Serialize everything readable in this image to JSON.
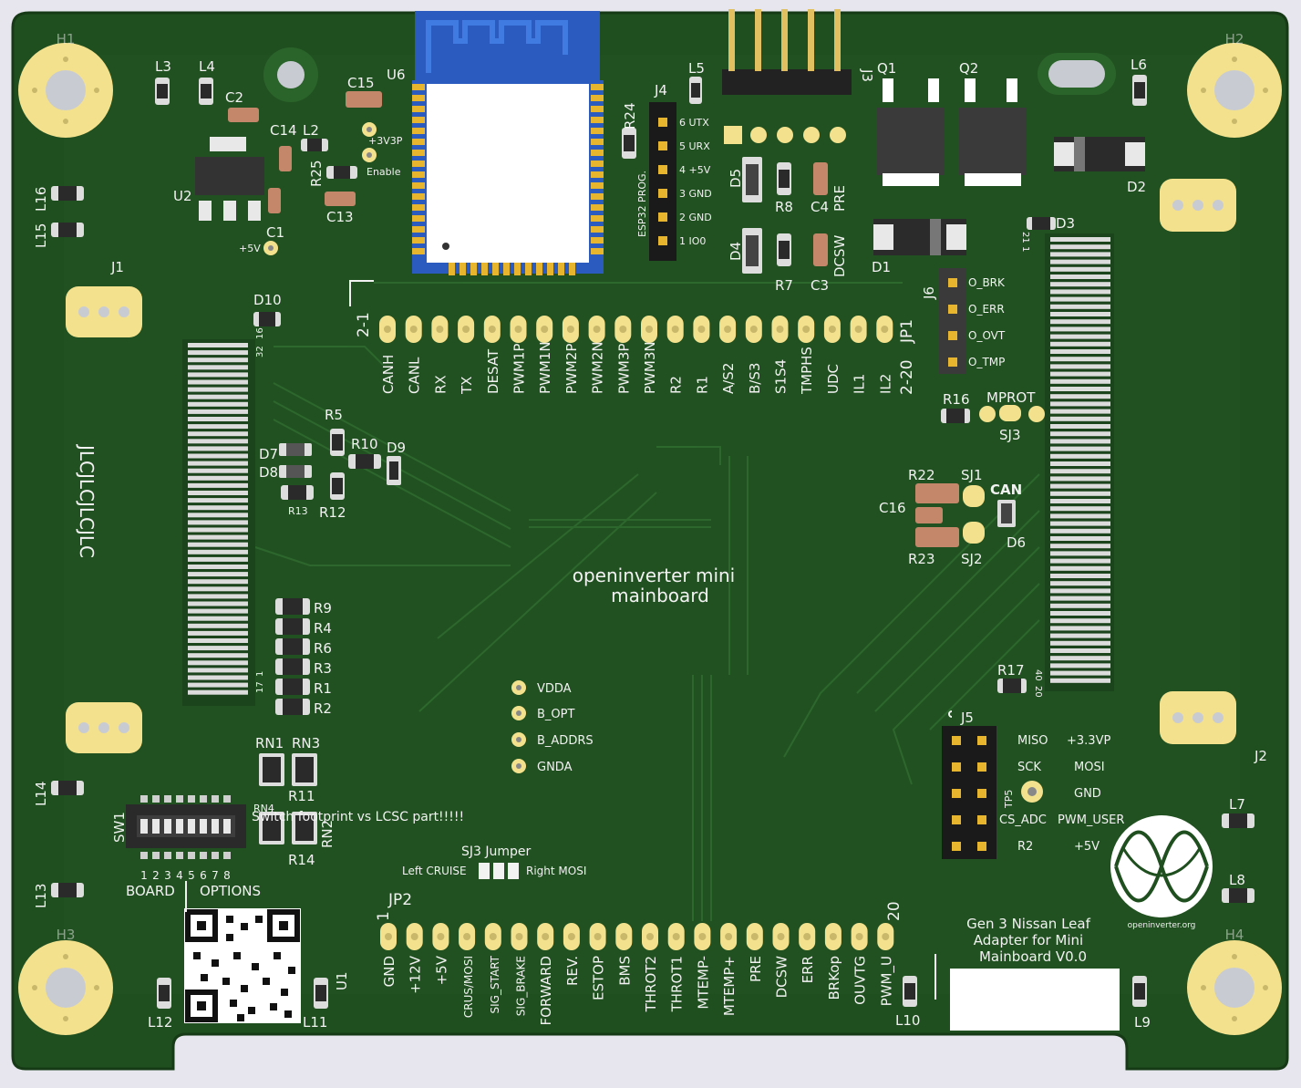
{
  "board": {
    "title_line1": "openinverter mini",
    "title_line2": "mainboard",
    "adapter_line1": "Gen 3 Nissan Leaf",
    "adapter_line2": "Adapter for Mini",
    "adapter_line3": "Mainboard V0.0",
    "brand_text": "JLCJLCJLCJLC",
    "logo_text": "openinverter.org",
    "warning_text": "Switch footprint vs LCSC part!!!!!",
    "board_label": "BOARD",
    "options_label": "OPTIONS",
    "sj3_title": "SJ3 Jumper",
    "sj3_left": "Left CRUISE",
    "sj3_right": "Right MOSI",
    "esp_prog": "ESP32 PROG."
  },
  "colors": {
    "pcb": "#1f4e1f",
    "pad": "#f3e18e",
    "gold": "#e8b52f",
    "esp_module": "#2c5bbf"
  },
  "mount_holes": [
    "H1",
    "H2",
    "H3",
    "H4"
  ],
  "jp1": {
    "ref": "JP1",
    "pin_first": "2-1",
    "pin_last": "2-20",
    "pins": [
      "CANH",
      "CANL",
      "RX",
      "TX",
      "DESAT",
      "PWM1P",
      "PWM1N",
      "PWM2P",
      "PWM2N",
      "PWM3P",
      "PWM3N",
      "R2",
      "R1",
      "A/S2",
      "B/S3",
      "S1S4",
      "TMPHS",
      "UDC",
      "IL1",
      "IL2"
    ]
  },
  "jp2": {
    "ref": "JP2",
    "pin_first": "1",
    "pin_last": "20",
    "pins": [
      "GND",
      "+12V",
      "+5V",
      "CRUS/MOSI",
      "SIG_START",
      "SIG_BRAKE",
      "FORWARD",
      "REV.",
      "ESTOP",
      "BMS",
      "THROT2",
      "THROT1",
      "MTEMP-",
      "MTEMP+",
      "PRE",
      "DCSW",
      "ERR",
      "BRKop",
      "OUVTG",
      "PWM_U"
    ]
  },
  "j4": {
    "ref": "J4",
    "pins": [
      "6 UTX",
      "5 URX",
      "4 +5V",
      "3 GND",
      "2 GND",
      "1 IO0"
    ]
  },
  "j6": {
    "ref": "J6",
    "pins": [
      "O_BRK",
      "O_ERR",
      "O_OVT",
      "O_TMP"
    ]
  },
  "j5": {
    "ref": "J5",
    "left": [
      "MISO",
      "SCK",
      "TP5",
      "CS_ADC",
      "R2"
    ],
    "right": [
      "+3.3VP",
      "MOSI",
      "GND",
      "PWM_USER",
      "+5V"
    ]
  },
  "testpoints": [
    "VDDA",
    "B_OPT",
    "B_ADDRS",
    "GNDA"
  ],
  "sw1": {
    "ref": "SW1",
    "nums": [
      "1",
      "2",
      "3",
      "4",
      "5",
      "6",
      "7",
      "8"
    ]
  },
  "refs": {
    "l3": "L3",
    "l4": "L4",
    "c2": "C2",
    "c15": "C15",
    "u6": "U6",
    "l5": "L5",
    "j3": "J3",
    "q1": "Q1",
    "q2": "Q2",
    "l6": "L6",
    "c14": "C14",
    "l2": "L2",
    "r25": "R25",
    "c13": "C13",
    "u2": "U2",
    "c1": "C1",
    "plus5v": "+5V",
    "p3v3": "+3V3P",
    "enable": "Enable",
    "r24": "R24",
    "d5": "D5",
    "r8": "R8",
    "c4": "C4",
    "pre": "PRE",
    "d4": "D4",
    "r7": "R7",
    "c3": "C3",
    "dcsw": "DCSW",
    "d2": "D2",
    "d1": "D1",
    "d3": "D3",
    "l16": "L16",
    "l15": "L15",
    "j1": "J1",
    "d10": "D10",
    "r5": "R5",
    "r10": "R10",
    "d9": "D9",
    "d7": "D7",
    "d8": "D8",
    "r13": "R13",
    "r12": "R12",
    "r16": "R16",
    "mprot": "MPROT",
    "sj3": "SJ3",
    "r22": "R22",
    "sj1": "SJ1",
    "can": "CAN",
    "c16": "C16",
    "d6": "D6",
    "r23": "R23",
    "sj2": "SJ2",
    "r9": "R9",
    "r4": "R4",
    "r6": "R6",
    "r3": "R3",
    "r1": "R1",
    "r2": "R2",
    "rn1": "RN1",
    "rn3": "RN3",
    "r11": "R11",
    "rn4": "RN4",
    "rn2": "RN2",
    "r14": "R14",
    "l14": "L14",
    "l13": "L13",
    "l12": "L12",
    "l11": "L11",
    "u1": "U1",
    "l10": "L10",
    "l9": "L9",
    "l7": "L7",
    "l8": "L8",
    "j2": "J2",
    "r17": "R17",
    "pin16": "16",
    "pin32": "32",
    "pin17": "17",
    "pin1": "1",
    "pin21": "21",
    "pin1b": "1",
    "pin40": "40",
    "pin20": "20"
  }
}
